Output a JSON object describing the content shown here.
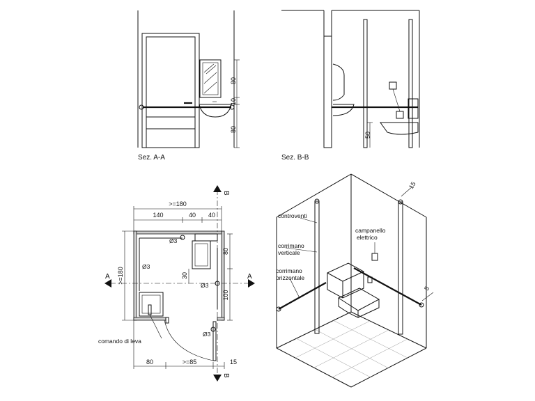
{
  "panels": {
    "section_aa": {
      "caption": "Sez. A-A",
      "dims": [
        "80",
        "10",
        "80"
      ]
    },
    "section_bb": {
      "caption": "Sez. B-B",
      "dims": [
        "50"
      ]
    },
    "plan": {
      "dims_top": [
        ">=180",
        "140",
        "40",
        "40"
      ],
      "dims_left": [
        ">=180"
      ],
      "dims_right": [
        "80",
        "30",
        "100"
      ],
      "dims_bottom": [
        "80",
        ">=85",
        "15"
      ],
      "diameters": [
        "Ø3",
        "Ø3",
        "Ø3",
        "Ø3"
      ],
      "section_marks": [
        "A",
        "A",
        "B",
        "B"
      ],
      "lever_label": "comando di leva"
    },
    "axonometric": {
      "labels": [
        "controventi",
        "corrimano verticale",
        "corrimano orizzontale",
        "campanello elettrico"
      ],
      "dims": [
        "15",
        "5"
      ]
    }
  }
}
